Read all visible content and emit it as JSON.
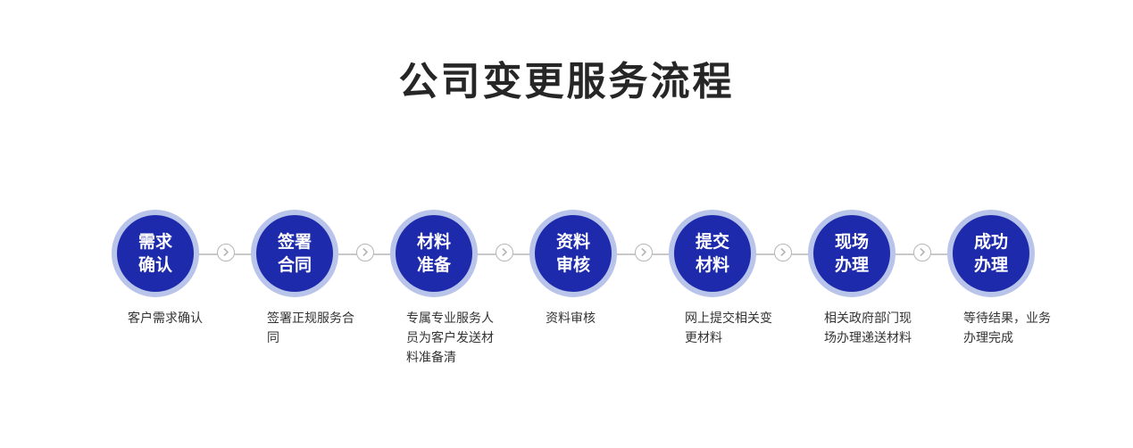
{
  "title": "公司变更服务流程",
  "steps": [
    {
      "line1": "需求",
      "line2": "确认",
      "desc": "客户需求确认"
    },
    {
      "line1": "签署",
      "line2": "合同",
      "desc": "签署正规服务合同"
    },
    {
      "line1": "材料",
      "line2": "准备",
      "desc": "专属专业服务人员为客户发送材料准备清"
    },
    {
      "line1": "资料",
      "line2": "审核",
      "desc": "资料审核"
    },
    {
      "line1": "提交",
      "line2": "材料",
      "desc": "网上提交相关变更材料"
    },
    {
      "line1": "现场",
      "line2": "办理",
      "desc": "相关政府部门现场办理递送材料"
    },
    {
      "line1": "成功",
      "line2": "办理",
      "desc": "等待结果，业务办理完成"
    }
  ],
  "icons": {
    "arrow": "chevron-right-circle-icon"
  },
  "colors": {
    "circle_fill": "#1c2aab",
    "circle_ring": "#b9c4ea",
    "line": "#c9c9c9",
    "title": "#262626"
  }
}
